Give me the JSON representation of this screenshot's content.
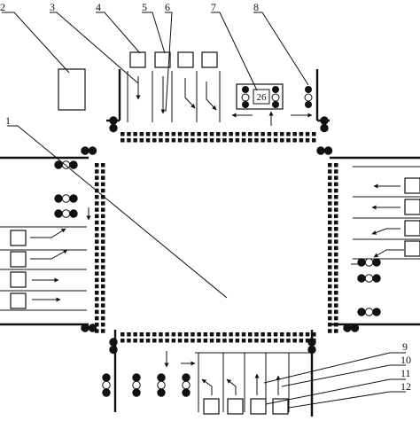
{
  "callouts": [
    "1",
    "2",
    "3",
    "4",
    "5",
    "6",
    "7",
    "8",
    "9",
    "10",
    "11",
    "12"
  ],
  "countdown_value": "26",
  "colors": {
    "ink": "#111111",
    "paper": "#ffffff",
    "light_lens": "#ffffff"
  }
}
